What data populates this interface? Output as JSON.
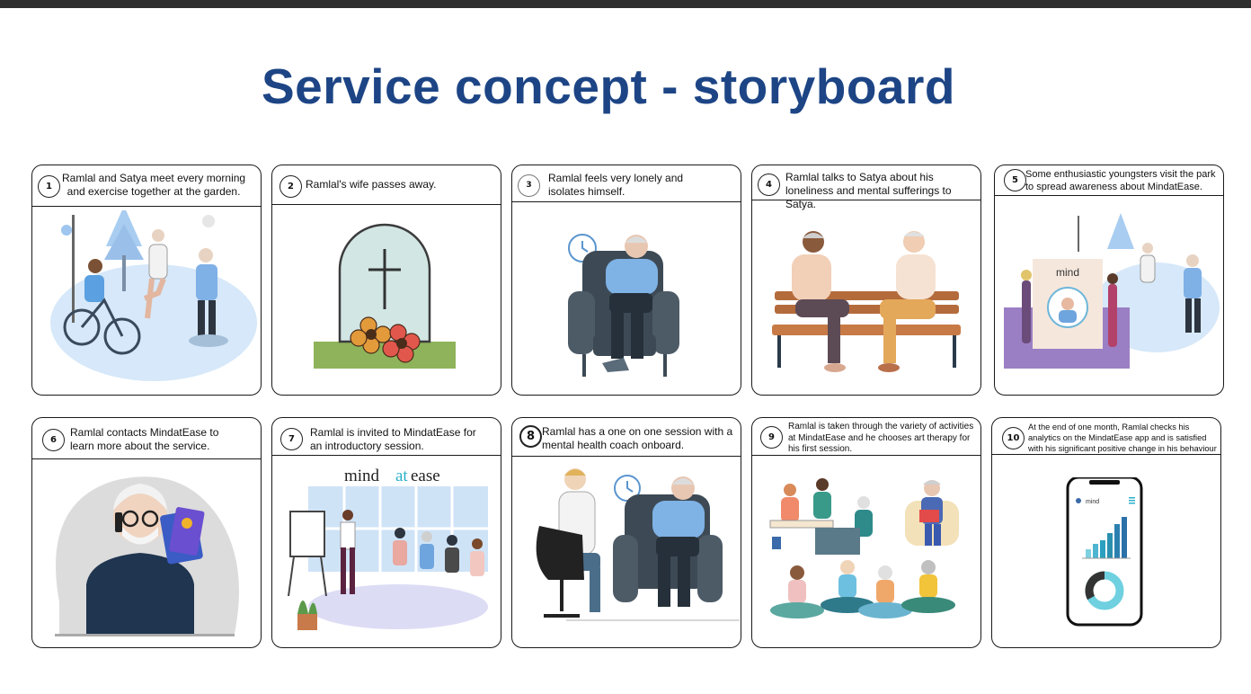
{
  "title": "Service concept - storyboard",
  "panels": [
    {
      "num": "1",
      "caption": "Ramlal and Satya meet every morning\nand exercise together at the garden."
    },
    {
      "num": "2",
      "caption": "Ramlal's wife passes away."
    },
    {
      "num": "3",
      "caption": "Ramlal feels very lonely and\nisolates himself."
    },
    {
      "num": "4",
      "caption": "Ramlal talks to Satya about his\nloneliness and mental sufferings to Satya."
    },
    {
      "num": "5",
      "caption": "Some enthusiastic youngsters visit the park\nto spread awareness about MindatEase."
    },
    {
      "num": "6",
      "caption": "Ramlal contacts MindatEase to\nlearn more about the service."
    },
    {
      "num": "7",
      "caption": "Ramlal is invited to  MindatEase for\nan introductory session."
    },
    {
      "num": "8",
      "caption": "Ramlal has a one on one session with a\nmental health coach onboard."
    },
    {
      "num": "9",
      "caption": "Ramlal is taken through the variety of activities\nat MindatEase and he chooses art therapy for\nhis first session."
    },
    {
      "num": "10",
      "caption": "At the end of one month, Ramlal checks his\nanalytics on the MindatEase app and is satisfied\nwith his significant positive change in his behaviour"
    }
  ],
  "brand": {
    "pre": "mind",
    "at": "at",
    "post": "ease"
  },
  "colors": {
    "title": "#1d4585",
    "accent": "#2bb0c9",
    "sky": "#cfe3f7"
  }
}
